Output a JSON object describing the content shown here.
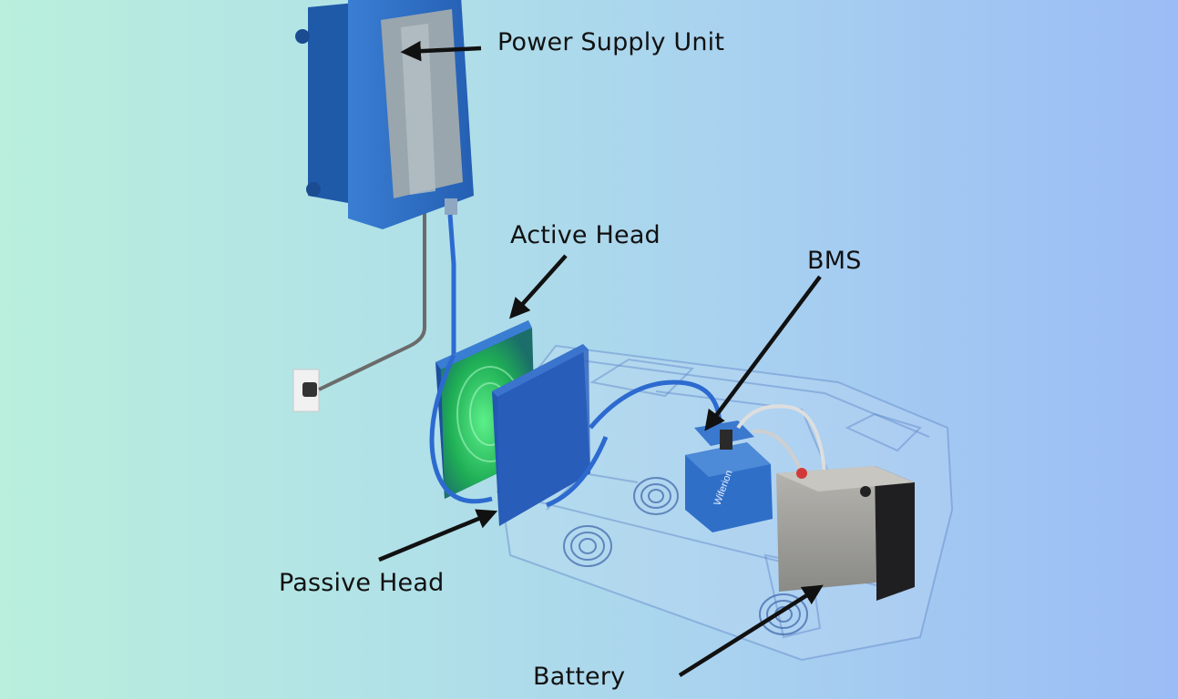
{
  "labels": {
    "power_supply_unit": "Power Supply Unit",
    "active_head": "Active Head",
    "bms": "BMS",
    "passive_head": "Passive Head",
    "battery": "Battery"
  },
  "bms_brand": "Wiferion",
  "colors": {
    "psu_blue": "#2e6fc4",
    "pad_blue": "#2357b0",
    "active_glow": "#2fd36a",
    "cable_blue": "#2d6ad0",
    "battery_grey": "#9c9c98",
    "arrow": "#111111"
  }
}
